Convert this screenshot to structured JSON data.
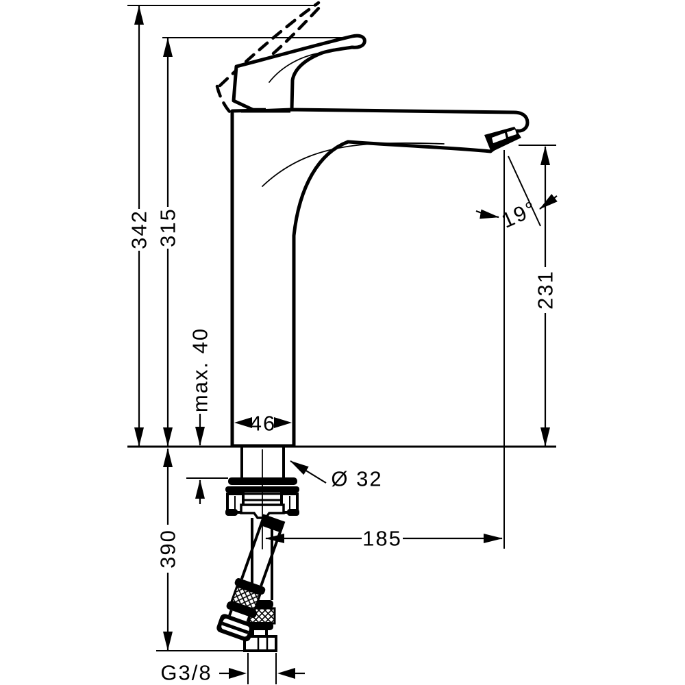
{
  "drawing": {
    "kind": "technical dimension drawing",
    "subject": "single-lever basin mixer tap with supply hoses",
    "colors": {
      "line": "#000000",
      "background": "#ffffff"
    }
  },
  "dimensions": {
    "overall_height": "342",
    "height_to_spout_top": "315",
    "max_mounting_thickness": "max. 40",
    "body_width": "46",
    "mounting_hole_diameter": "Ø 32",
    "spout_angle": "19°",
    "spout_outlet_height": "231",
    "spout_reach": "185",
    "hose_length_below_deck": "390",
    "supply_connection_thread": "G3/8"
  }
}
